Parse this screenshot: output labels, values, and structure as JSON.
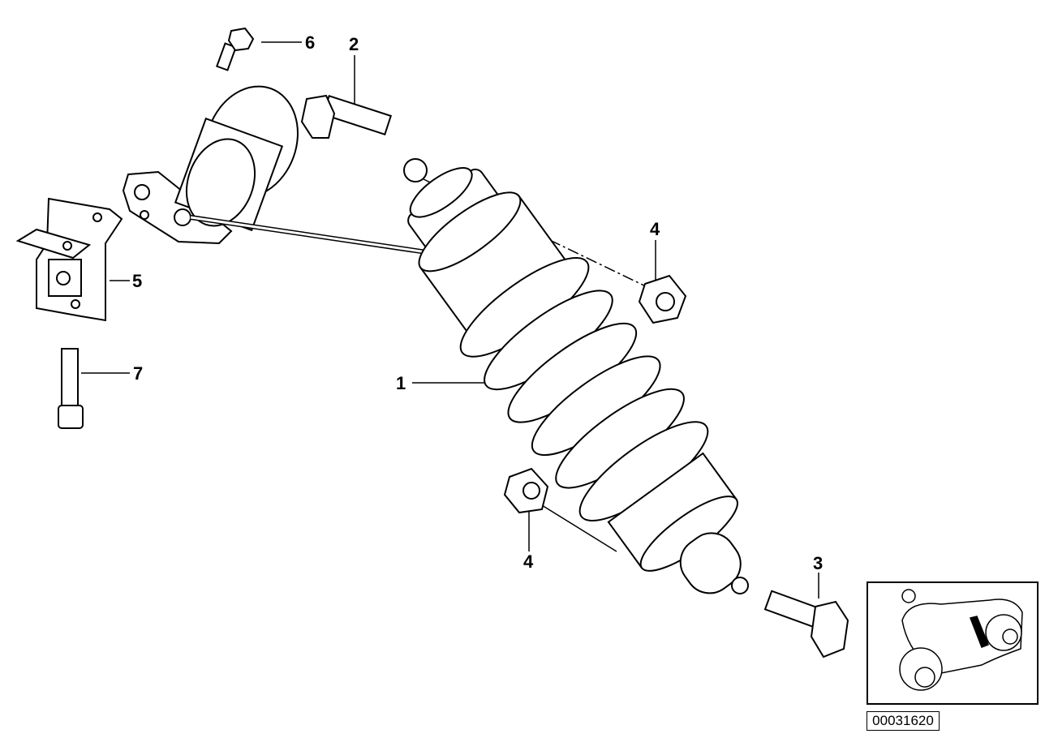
{
  "diagram": {
    "callouts": [
      {
        "id": "1",
        "label": "1",
        "part": "shock-absorber"
      },
      {
        "id": "2",
        "label": "2",
        "part": "upper-bolt"
      },
      {
        "id": "3",
        "label": "3",
        "part": "lower-bolt"
      },
      {
        "id": "4a",
        "label": "4",
        "part": "upper-nut"
      },
      {
        "id": "4b",
        "label": "4",
        "part": "lower-nut"
      },
      {
        "id": "5",
        "label": "5",
        "part": "bracket"
      },
      {
        "id": "6",
        "label": "6",
        "part": "adjuster-screw"
      },
      {
        "id": "7",
        "label": "7",
        "part": "socket-screw"
      }
    ],
    "reference_number": "00031620"
  },
  "colors": {
    "line": "#000000",
    "background": "#ffffff"
  }
}
